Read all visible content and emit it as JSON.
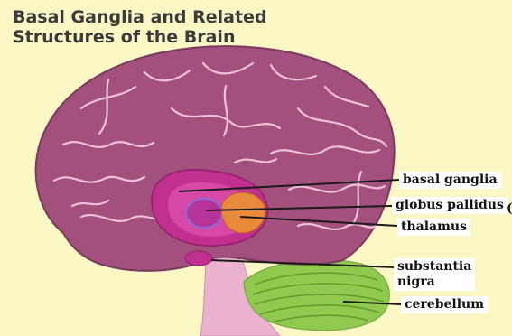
{
  "title": {
    "line1": "Basal Ganglia and Related",
    "line2": "Structures of the Brain"
  },
  "labels": {
    "basal_ganglia": "basal ganglia",
    "globus_pallidus": "globus pallidus",
    "thalamus": "thalamus",
    "substantia_nigra_line1": "substantia",
    "substantia_nigra_line2": "nigra",
    "cerebellum": "cerebellum"
  },
  "colors": {
    "background": "#fbf7c4",
    "cortex": "#a3507c",
    "basal_ganglia": "#c1308f",
    "thalamus": "#e88a3c",
    "brainstem": "#eab2cf",
    "cerebellum": "#8fc94e"
  }
}
